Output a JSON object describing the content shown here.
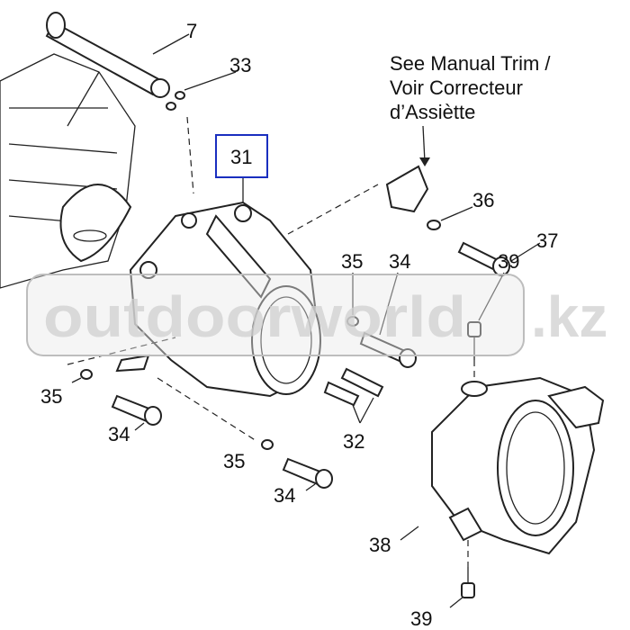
{
  "diagram": {
    "callouts": {
      "c7": "7",
      "c33": "33",
      "c31": "31",
      "c36": "36",
      "c37": "37",
      "c35a": "35",
      "c34a": "34",
      "c39a": "39",
      "c35b": "35",
      "c34b": "34",
      "c32": "32",
      "c35c": "35",
      "c34c": "34",
      "c38": "38",
      "c39b": "39"
    },
    "note": {
      "line1": "See Manual Trim /",
      "line2": "Voir Correcteur",
      "line3": "d’Assiètte"
    },
    "watermark": {
      "main": "outdoorworld",
      "suffix": ".kz"
    }
  }
}
